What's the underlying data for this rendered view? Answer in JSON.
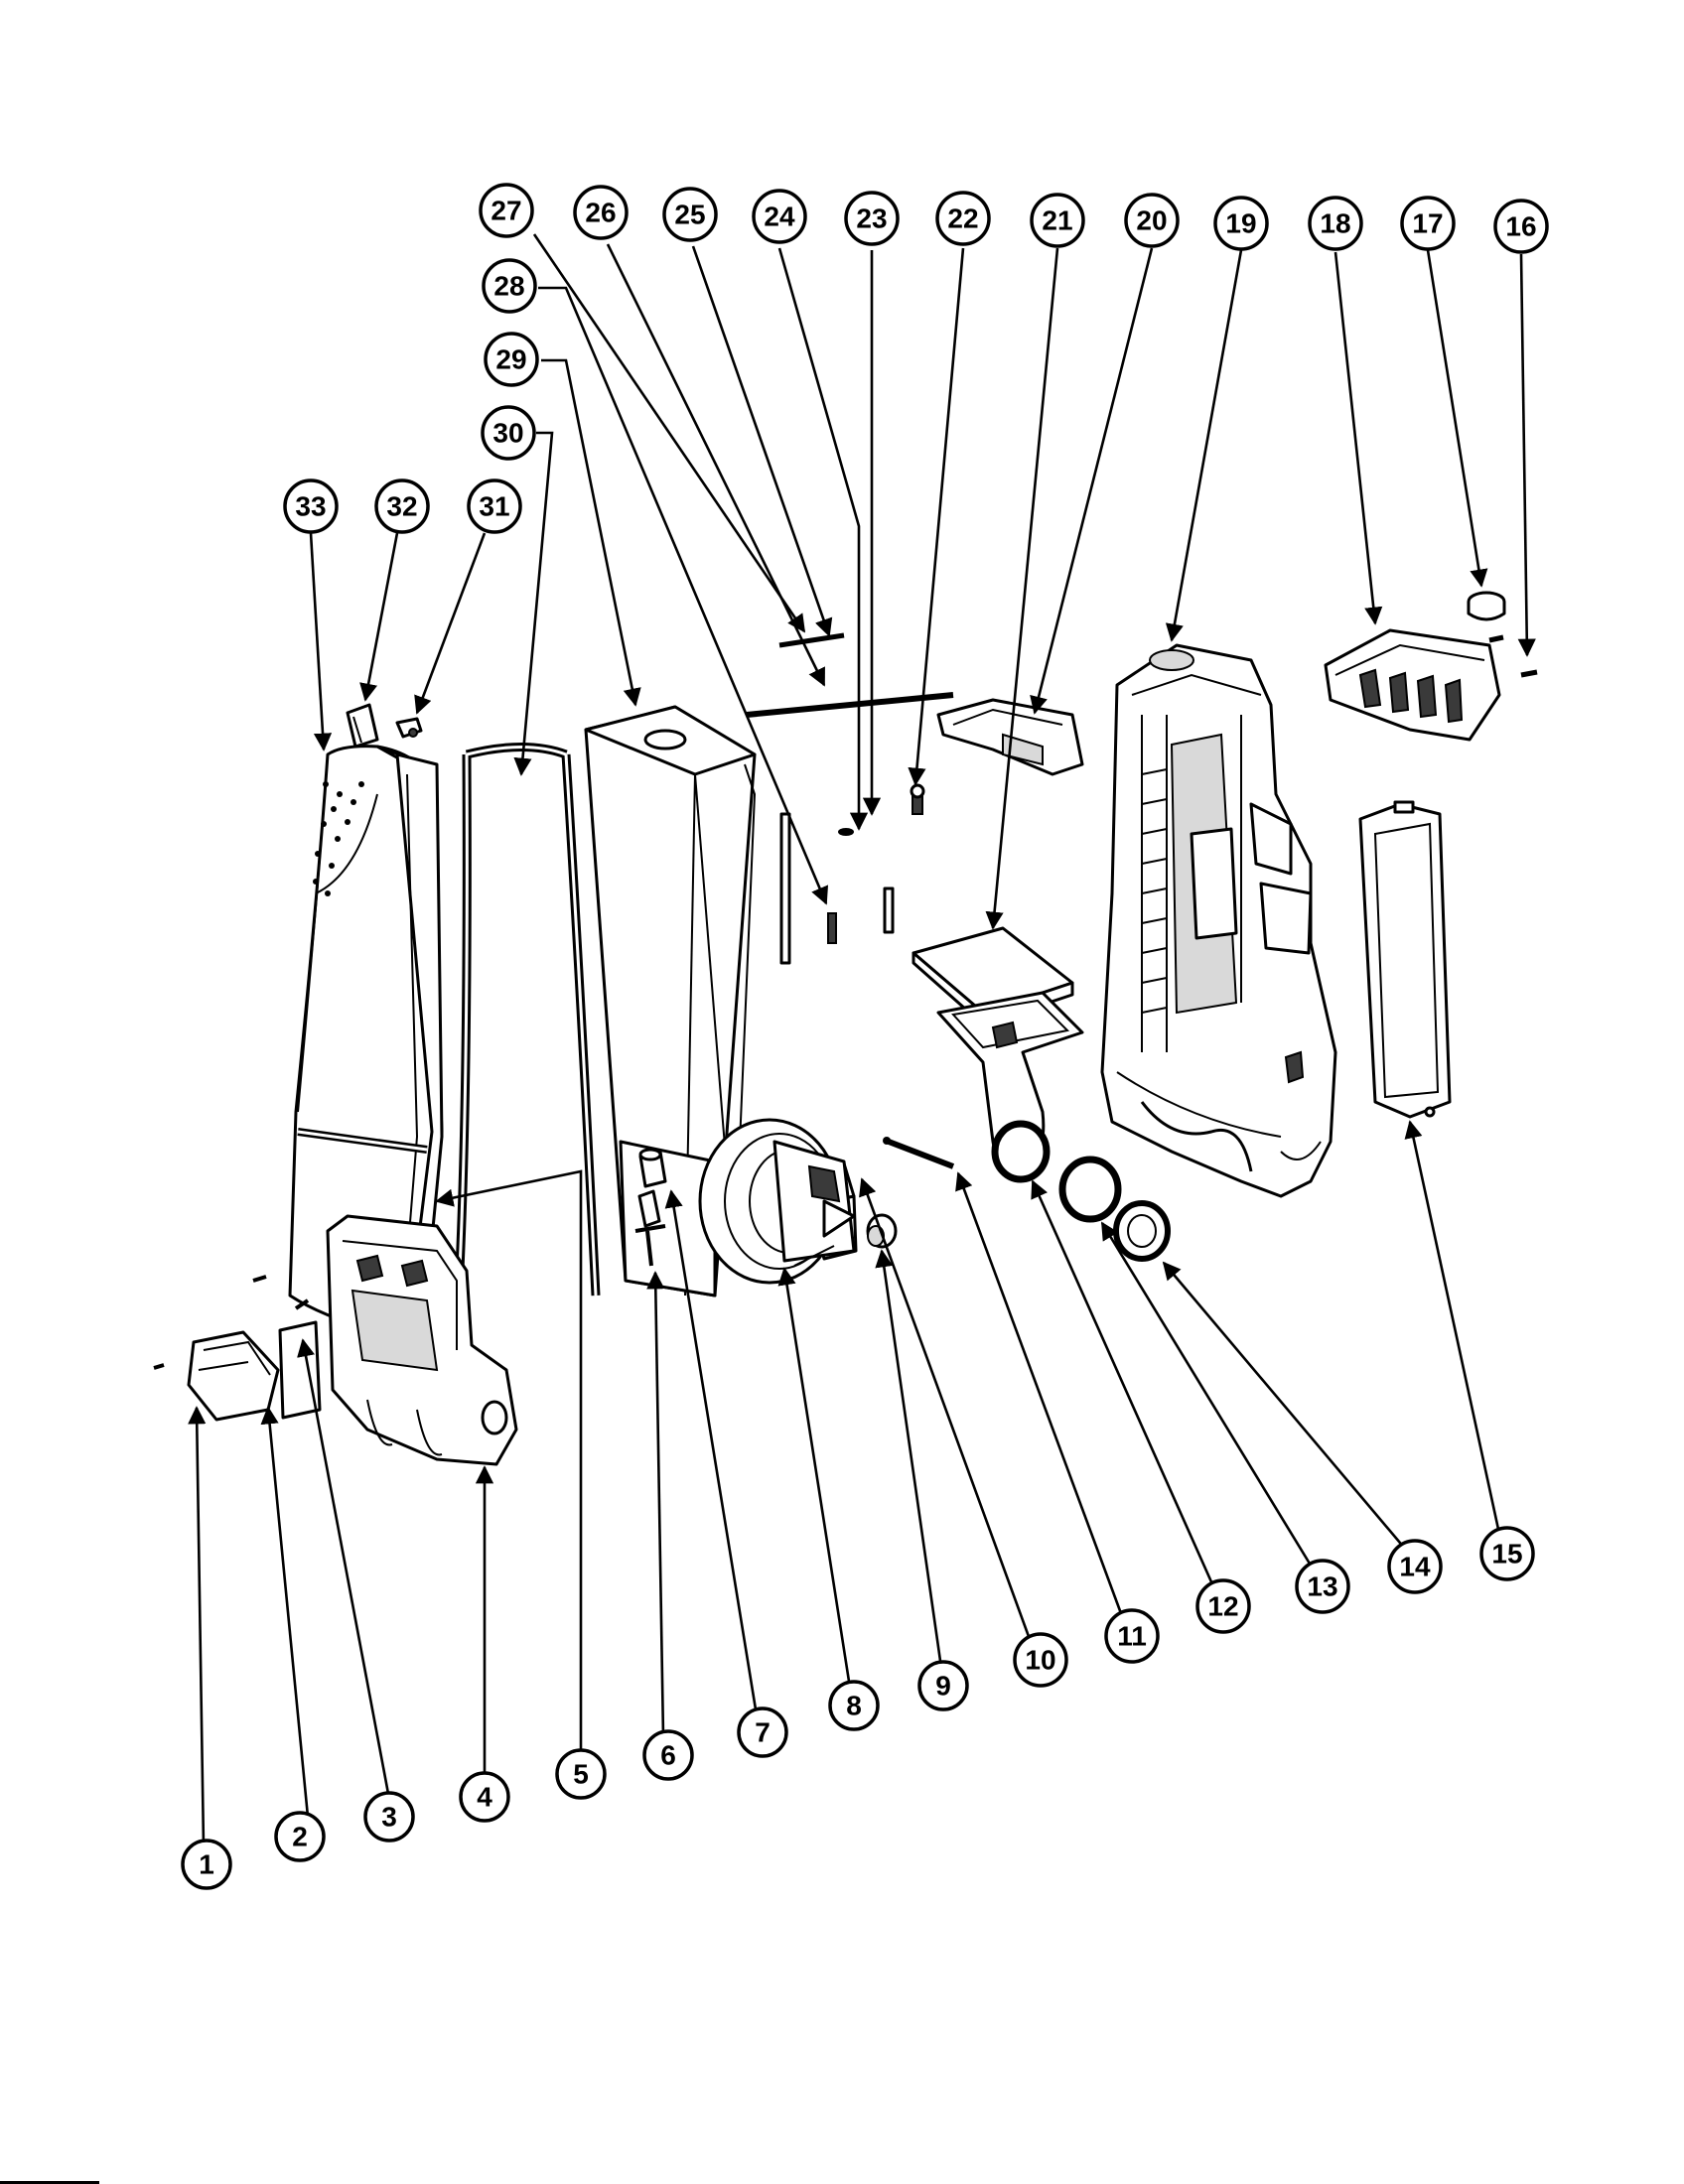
{
  "diagram": {
    "callouts": [
      {
        "label": "1"
      },
      {
        "label": "2"
      },
      {
        "label": "3"
      },
      {
        "label": "4"
      },
      {
        "label": "5"
      },
      {
        "label": "6"
      },
      {
        "label": "7"
      },
      {
        "label": "8"
      },
      {
        "label": "9"
      },
      {
        "label": "10"
      },
      {
        "label": "11"
      },
      {
        "label": "12"
      },
      {
        "label": "13"
      },
      {
        "label": "14"
      },
      {
        "label": "15"
      },
      {
        "label": "16"
      },
      {
        "label": "17"
      },
      {
        "label": "18"
      },
      {
        "label": "19"
      },
      {
        "label": "20"
      },
      {
        "label": "21"
      },
      {
        "label": "22"
      },
      {
        "label": "23"
      },
      {
        "label": "24"
      },
      {
        "label": "25"
      },
      {
        "label": "26"
      },
      {
        "label": "27"
      },
      {
        "label": "28"
      },
      {
        "label": "29"
      },
      {
        "label": "30"
      },
      {
        "label": "31"
      },
      {
        "label": "32"
      },
      {
        "label": "33"
      }
    ],
    "colors": {
      "ink": "#000000",
      "paper": "#ffffff",
      "shade": "#d9d9d9"
    }
  }
}
